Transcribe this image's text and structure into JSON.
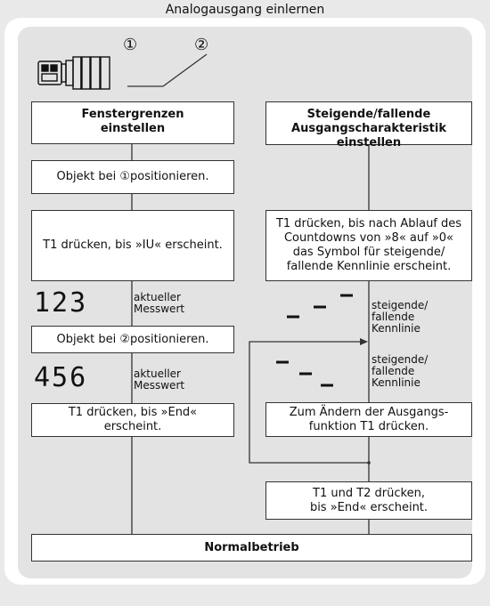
{
  "title": "Analogausgang einlernen",
  "markers": [
    "①",
    "②"
  ],
  "left": {
    "head": "Fenstergrenzen\neinstellen",
    "step1": "Objekt bei ①positionieren.",
    "step2": "T1 drücken, bis »IU« erscheint.",
    "display1": {
      "digits": "123",
      "label": "aktueller\nMesswert"
    },
    "step3": "Objekt bei ②positionieren.",
    "display2": {
      "digits": "456",
      "label": "aktueller\nMesswert"
    },
    "step4": "T1 drücken, bis »End«\nerscheint."
  },
  "right": {
    "head": "Steigende/fallende\nAusgangscharakteristik\neinstellen",
    "step1": "T1 drücken, bis nach Ablauf des\nCountdowns von »8« auf »0«\ndas Symbol für steigende/\nfallende Kennlinie erscheint.",
    "char1": "steigende/\nfallende\nKennlinie",
    "char2": "steigende/\nfallende\nKennlinie",
    "step2": "Zum Ändern der Ausgangs-\nfunktion T1 drücken.",
    "step3": "T1 und T2 drücken,\nbis »End« erscheint."
  },
  "bottom": "Normalbetrieb"
}
